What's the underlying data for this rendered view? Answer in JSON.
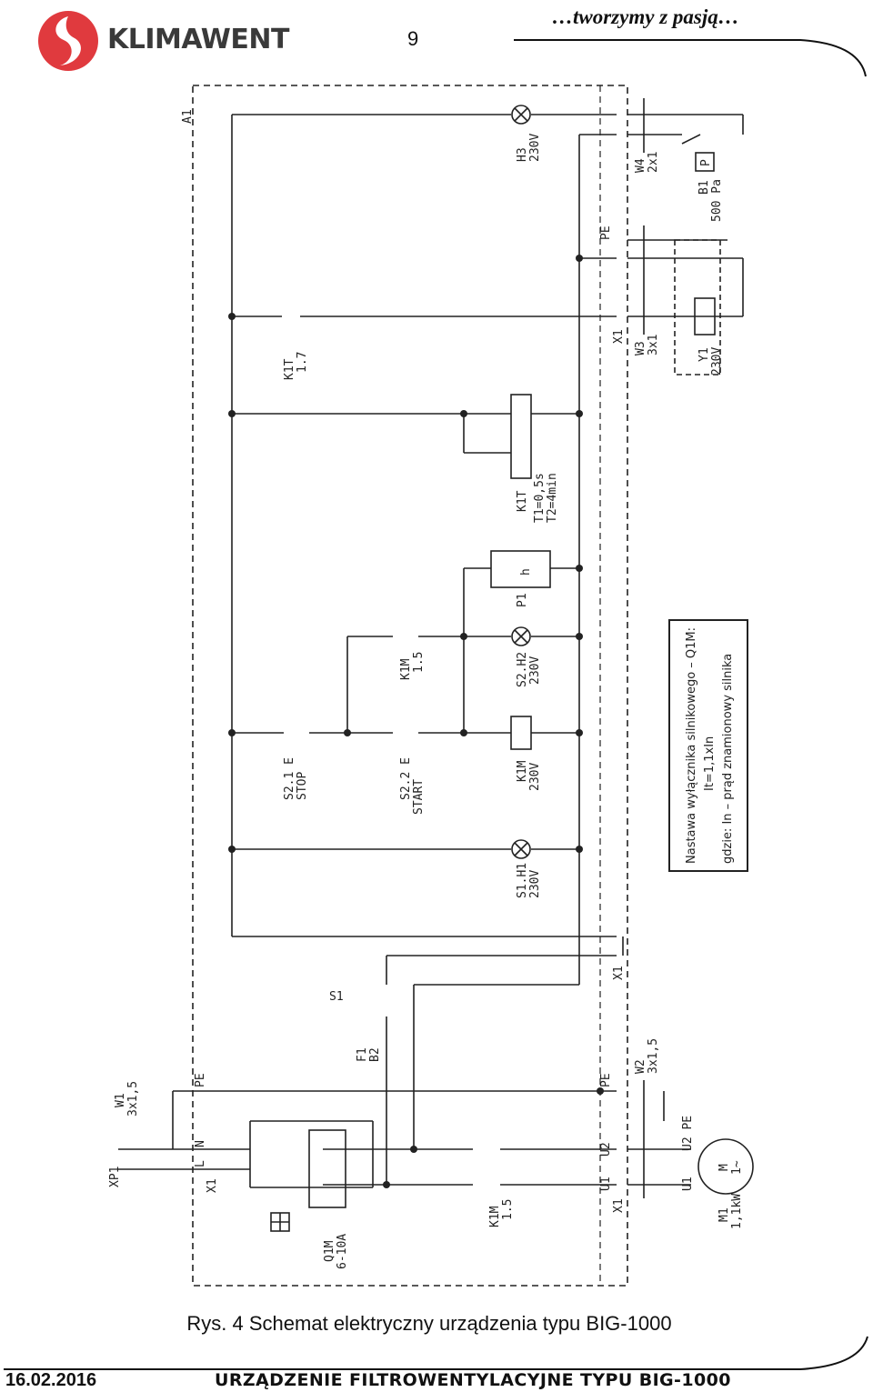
{
  "header": {
    "brand": "KLIMAWENT",
    "page_number": "9",
    "slogan": "…tworzymy z pasją…",
    "logo_color": "#e03a3e"
  },
  "figure": {
    "caption": "Rys. 4 Schemat elektryczny urządzenia typu BIG-1000"
  },
  "labels": {
    "a1": "A1",
    "h3": [
      "H3",
      "230V"
    ],
    "w4": [
      "W4",
      "2x1"
    ],
    "b1": [
      "B1",
      "500 Pa"
    ],
    "b1_box": "P",
    "k1t_contact": [
      "K1T",
      "1.7"
    ],
    "x1_top": "X1",
    "w3": [
      "W3",
      "3x1"
    ],
    "y1": [
      "Y1",
      "230V"
    ],
    "pe": "PE",
    "k1t_relay": [
      "K1T",
      "T1=0,5s",
      "T2=4min"
    ],
    "p1": "P1",
    "p1_box": "h",
    "k1m_contact": [
      "K1M",
      "1.5"
    ],
    "s2h2": [
      "S2.H2",
      "230V"
    ],
    "k1m_coil": [
      "K1M",
      "230V"
    ],
    "s21": [
      "S2.1 E",
      "STOP"
    ],
    "s22": [
      "S2.2 E",
      "START"
    ],
    "s1h1": [
      "S1.H1",
      "230V"
    ],
    "s1": "S1",
    "f1b2": [
      "F1",
      "B2"
    ],
    "x1_mid": "X1",
    "w2": [
      "W2",
      "3x1,5"
    ],
    "w1": [
      "W1",
      "3x1,5"
    ],
    "xp1": "XP1",
    "x1_left": "X1",
    "q1m": [
      "Q1M",
      "6-10A"
    ],
    "k1m_main": [
      "K1M",
      "1.5"
    ],
    "x1_bottom": "X1",
    "m1": [
      "M1",
      "1,1kW"
    ],
    "motor_symbol": "M",
    "motor_phase": "1~",
    "terminal_u1": "U1",
    "terminal_u2": "U2",
    "terminal_u2pe": "U2 PE",
    "terminal_l": "L",
    "terminal_n": "N"
  },
  "note": {
    "line1": "Nastawa wyłącznika silnikowego – Q1M:",
    "line2": "It=1,1xIn",
    "line3": "gdzie: In – prąd znamionowy silnika"
  },
  "footer": {
    "date": "16.02.2016",
    "title": "URZĄDZENIE FILTROWENTYLACYJNE TYPU BIG-1000"
  }
}
